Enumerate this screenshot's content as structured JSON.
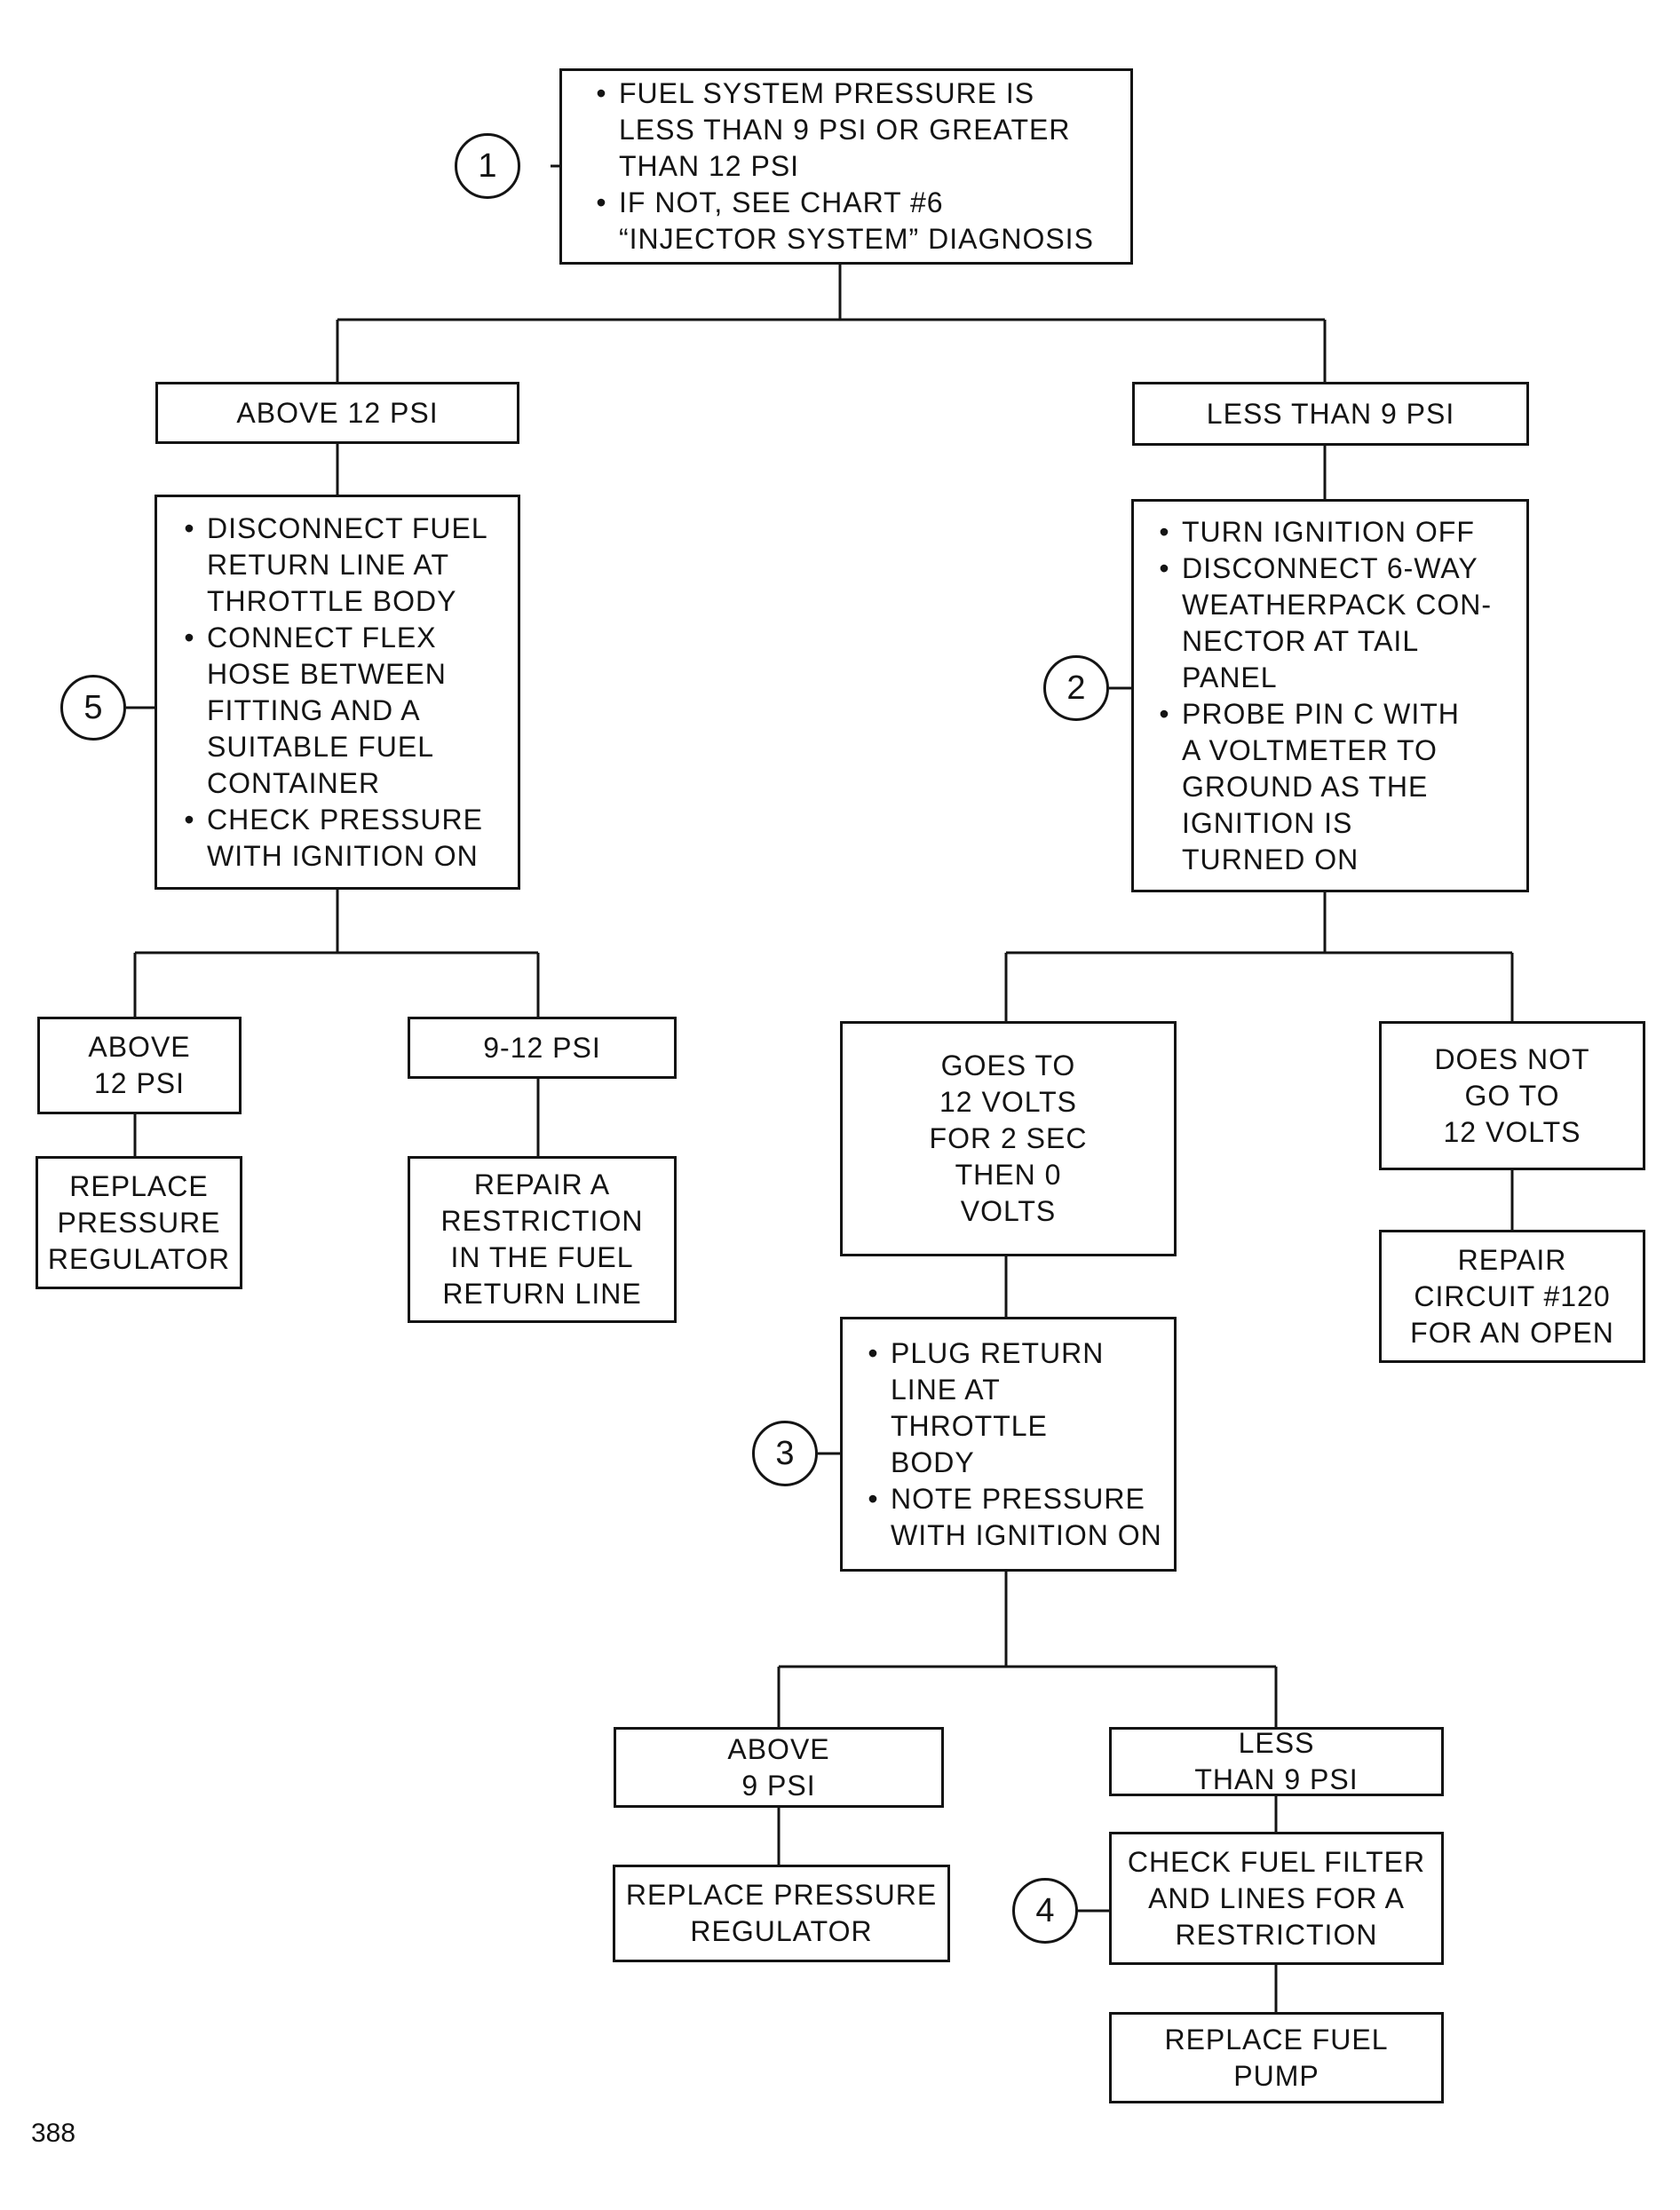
{
  "page_number": "388",
  "steps": [
    {
      "id": "step-1",
      "label": "1"
    },
    {
      "id": "step-2",
      "label": "2"
    },
    {
      "id": "step-3",
      "label": "3"
    },
    {
      "id": "step-4",
      "label": "4"
    },
    {
      "id": "step-5",
      "label": "5"
    }
  ],
  "nodes": {
    "start": {
      "bullets": [
        [
          "FUEL SYSTEM PRESSURE IS",
          "LESS THAN 9 PSI OR GREATER",
          "THAN 12 PSI"
        ],
        [
          "IF NOT, SEE CHART #6",
          "“INJECTOR SYSTEM” DIAGNOSIS"
        ]
      ]
    },
    "above_12": {
      "lines": [
        "ABOVE 12 PSI"
      ]
    },
    "less_9": {
      "lines": [
        "LESS THAN 9 PSI"
      ]
    },
    "step5_box": {
      "bullets": [
        [
          "DISCONNECT FUEL",
          "RETURN LINE AT",
          "THROTTLE BODY"
        ],
        [
          "CONNECT FLEX",
          "HOSE BETWEEN",
          "FITTING AND A",
          "SUITABLE FUEL",
          "CONTAINER"
        ],
        [
          "CHECK PRESSURE",
          "WITH IGNITION ON"
        ]
      ]
    },
    "step2_box": {
      "bullets": [
        [
          "TURN IGNITION OFF"
        ],
        [
          "DISCONNECT 6-WAY",
          "WEATHERPACK CON-",
          "NECTOR AT TAIL",
          "PANEL"
        ],
        [
          "PROBE PIN C WITH",
          "A VOLTMETER TO",
          "GROUND AS THE",
          "IGNITION IS",
          "TURNED ON"
        ]
      ]
    },
    "above_12b": {
      "lines": [
        "ABOVE",
        "12 PSI"
      ]
    },
    "psi_9_12": {
      "lines": [
        "9-12 PSI"
      ]
    },
    "replace_reg_1": {
      "lines": [
        "REPLACE",
        "PRESSURE",
        "REGULATOR"
      ]
    },
    "repair_restriction": {
      "lines": [
        "REPAIR A",
        "RESTRICTION",
        "IN THE FUEL",
        "RETURN LINE"
      ]
    },
    "goes_12v": {
      "lines": [
        "GOES TO",
        "12 VOLTS",
        "FOR 2 SEC",
        "THEN 0",
        "VOLTS"
      ]
    },
    "not_12v": {
      "lines": [
        "DOES NOT",
        "GO TO",
        "12 VOLTS"
      ]
    },
    "repair_circuit": {
      "lines": [
        "REPAIR",
        "CIRCUIT #120",
        "FOR AN OPEN"
      ]
    },
    "step3_box": {
      "bullets": [
        [
          "PLUG RETURN",
          "LINE AT",
          "THROTTLE",
          "BODY"
        ],
        [
          "NOTE PRESSURE",
          "WITH IGNITION ON"
        ]
      ]
    },
    "above_9": {
      "lines": [
        "ABOVE",
        "9 PSI"
      ]
    },
    "less_9b": {
      "lines": [
        "LESS",
        "THAN 9 PSI"
      ]
    },
    "replace_reg_2": {
      "lines": [
        "REPLACE PRESSURE",
        "REGULATOR"
      ]
    },
    "check_filter": {
      "lines": [
        "CHECK FUEL FILTER",
        "AND LINES FOR A",
        "RESTRICTION"
      ]
    },
    "replace_pump": {
      "lines": [
        "REPLACE FUEL",
        "PUMP"
      ]
    }
  }
}
